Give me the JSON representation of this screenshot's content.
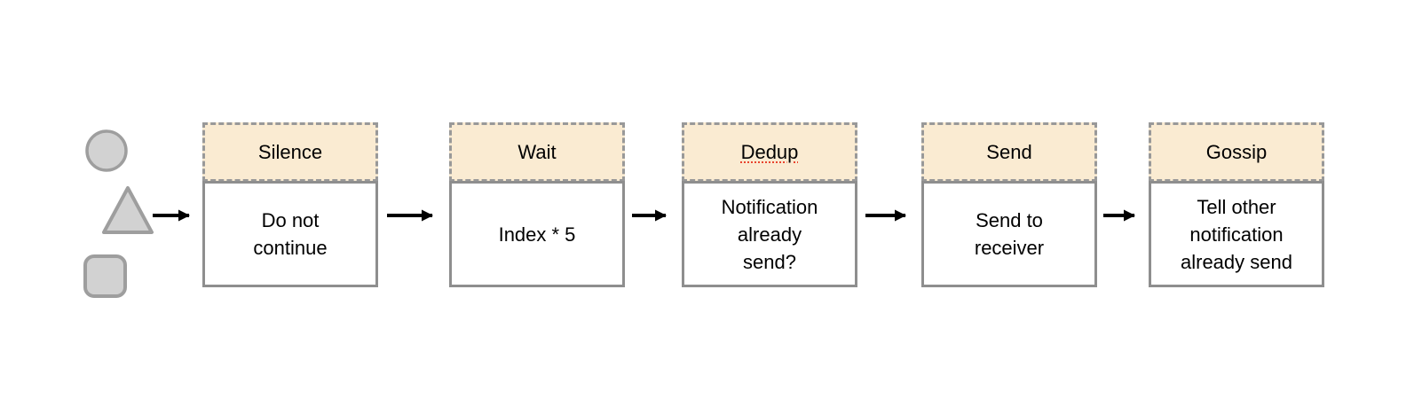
{
  "diagram": {
    "title": "notification-pipeline-flow",
    "stages": [
      {
        "title": "Silence",
        "description": "Do not\ncontinue"
      },
      {
        "title": "Wait",
        "description": "Index * 5"
      },
      {
        "title": "Dedup",
        "description": "Notification\nalready\nsend?",
        "title_spellcheck_underline": true
      },
      {
        "title": "Send",
        "description": "Send to\nreceiver"
      },
      {
        "title": "Gossip",
        "description": "Tell other\nnotification\nalready send"
      }
    ],
    "legend_shapes": [
      "circle",
      "triangle",
      "rounded-square"
    ],
    "arrow_count": 5,
    "colors": {
      "stage_header_fill": "#FAEBD2",
      "stage_header_border": "#999999",
      "stage_body_border": "#8E8E8E",
      "stage_body_fill": "#FFFFFF",
      "shape_fill": "#D2D2D2",
      "shape_stroke": "#9E9E9E",
      "arrow": "#000000",
      "text": "#000000",
      "spellcheck_underline": "#E8442E",
      "background": "#FFFFFF"
    }
  }
}
